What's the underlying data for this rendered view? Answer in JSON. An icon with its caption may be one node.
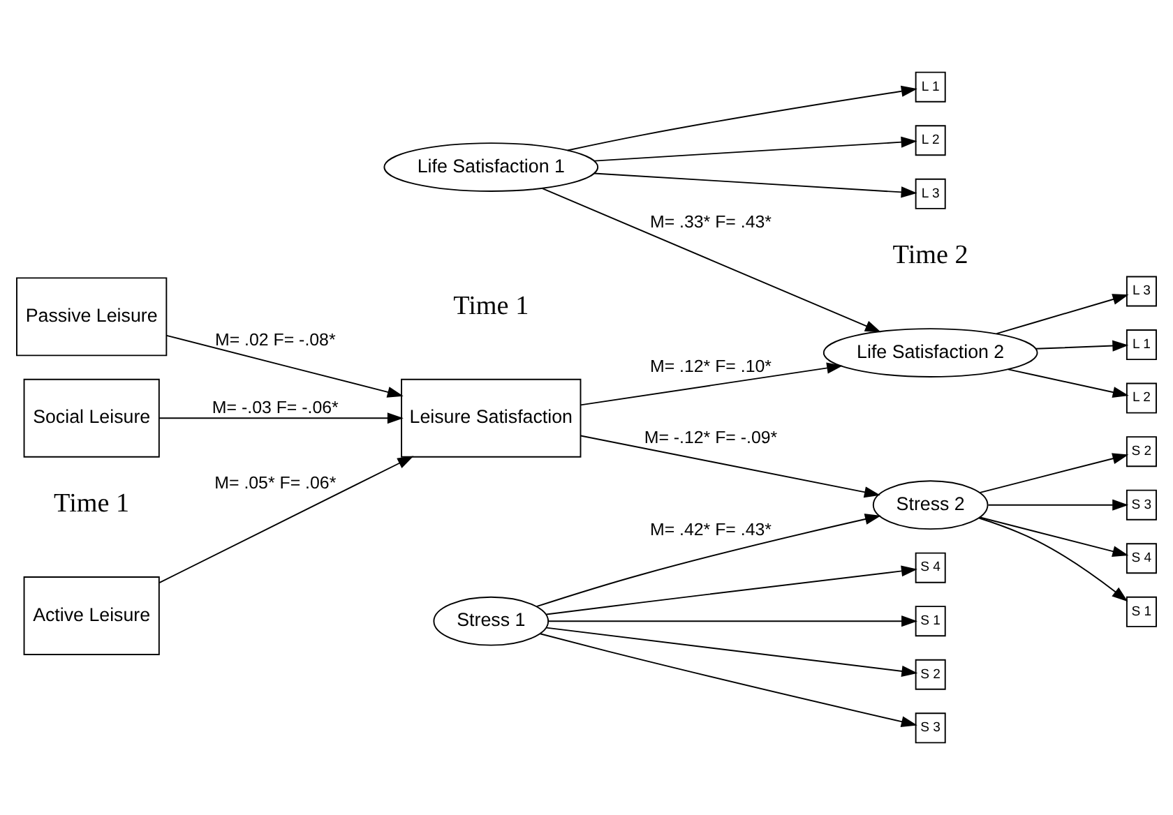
{
  "diagram": {
    "nodes": [
      {
        "text": [
          "Active Leisure"
        ]
      },
      {
        "text": [
          "Passive Leisure"
        ]
      },
      {
        "text": [
          "Social Leisure"
        ]
      },
      {
        "text": [
          "Life Satisfaction 1"
        ]
      },
      {
        "text": [
          "L 1"
        ]
      },
      {
        "text": [
          "L 2"
        ]
      },
      {
        "text": [
          "L 3"
        ]
      },
      {
        "text": [
          "Leisure Satisfaction"
        ]
      },
      {
        "text": [
          "Life Satisfaction 2"
        ]
      },
      {
        "text": [
          "L 1"
        ]
      },
      {
        "text": [
          "L 2"
        ]
      },
      {
        "text": [
          "L 3"
        ]
      },
      {
        "text": [
          "Stress 2"
        ]
      },
      {
        "text": [
          "S 1"
        ]
      },
      {
        "text": [
          "S 2"
        ]
      },
      {
        "text": [
          "S 3"
        ]
      },
      {
        "text": [
          "S 4"
        ]
      },
      {
        "text": [
          "Stress 1"
        ]
      },
      {
        "text": [
          "S 1"
        ]
      },
      {
        "text": [
          "S 2"
        ]
      },
      {
        "text": [
          "S 3"
        ]
      },
      {
        "text": [
          "S 4"
        ]
      }
    ],
    "edges": [
      {
        "from": 0,
        "to": 7,
        "arrow": "to",
        "label": "M= .05* F= .06*"
      },
      {
        "from": 1,
        "to": 7,
        "arrow": "to",
        "label": "M= .02 F= -.08*"
      },
      {
        "from": 2,
        "to": 7,
        "arrow": "to",
        "label": "M= -.03 F= -.06*"
      },
      {
        "from": 3,
        "to": 8,
        "arrow": "to",
        "label": "M= .33* F= .43*"
      },
      {
        "from": 7,
        "to": 8,
        "arrow": "to",
        "label": "M= .12* F= .10*"
      },
      {
        "from": 7,
        "to": 12,
        "arrow": "to",
        "label": "M= -.12* F= -.09*"
      },
      {
        "from": 17,
        "to": 12,
        "arrow": "to",
        "label": "M= .42* F= .43*"
      },
      {
        "from": 3,
        "to": 4,
        "arrow": "to"
      },
      {
        "from": 3,
        "to": 5,
        "arrow": "to"
      },
      {
        "from": 3,
        "to": 6,
        "arrow": "to"
      },
      {
        "from": 8,
        "to": 9,
        "arrow": "to"
      },
      {
        "from": 8,
        "to": 10,
        "arrow": "to"
      },
      {
        "from": 8,
        "to": 11,
        "arrow": "to"
      },
      {
        "from": 12,
        "to": 13,
        "arrow": "to"
      },
      {
        "from": 12,
        "to": 14,
        "arrow": "to"
      },
      {
        "from": 12,
        "to": 15,
        "arrow": "to"
      },
      {
        "from": 12,
        "to": 16,
        "arrow": "to"
      },
      {
        "from": 17,
        "to": 18,
        "arrow": "to"
      },
      {
        "from": 17,
        "to": 19,
        "arrow": "to"
      },
      {
        "from": 17,
        "to": 20,
        "arrow": "to"
      },
      {
        "from": 17,
        "to": 21,
        "arrow": "to"
      }
    ],
    "labels": [
      "Time 1",
      "Time 1",
      "Time 2"
    ]
  }
}
